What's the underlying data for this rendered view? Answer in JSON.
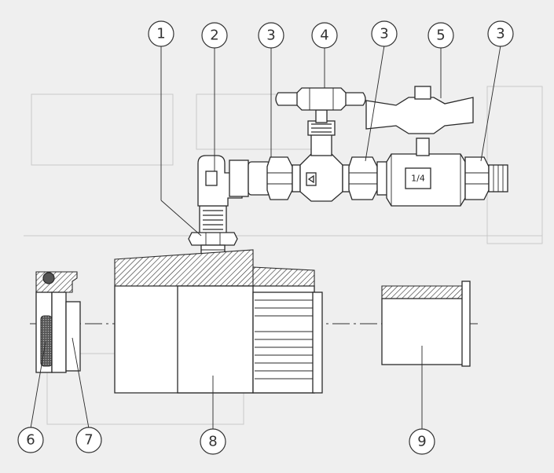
{
  "callouts": [
    "1",
    "2",
    "3",
    "4",
    "3",
    "5",
    "3",
    "6",
    "7",
    "8",
    "9"
  ],
  "valve_marking": "1/4",
  "colors": {
    "paper": "#efefef",
    "ink": "#2a2a2a",
    "fill": "#ffffff"
  }
}
